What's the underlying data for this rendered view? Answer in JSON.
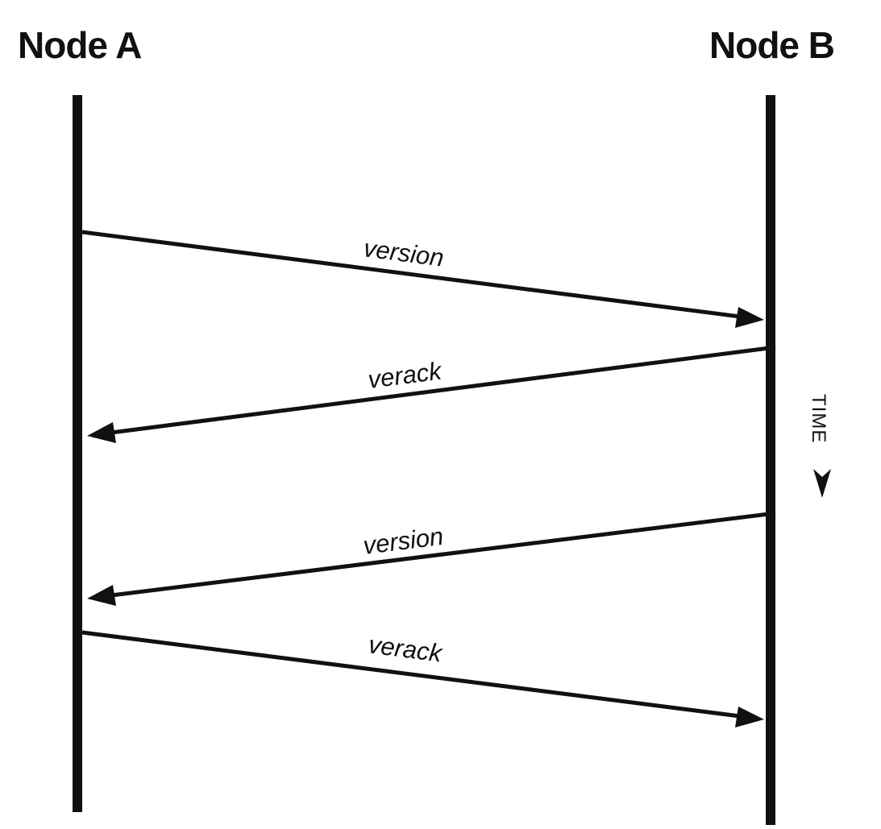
{
  "nodes": {
    "a": {
      "label": "Node A"
    },
    "b": {
      "label": "Node B"
    }
  },
  "messages": [
    {
      "label": "version",
      "from": "a",
      "to": "b"
    },
    {
      "label": "verack",
      "from": "b",
      "to": "a"
    },
    {
      "label": "version",
      "from": "b",
      "to": "a"
    },
    {
      "label": "verack",
      "from": "a",
      "to": "b"
    }
  ],
  "time_axis": {
    "label": "TIME"
  },
  "colors": {
    "ink": "#111111",
    "background": "#ffffff"
  }
}
